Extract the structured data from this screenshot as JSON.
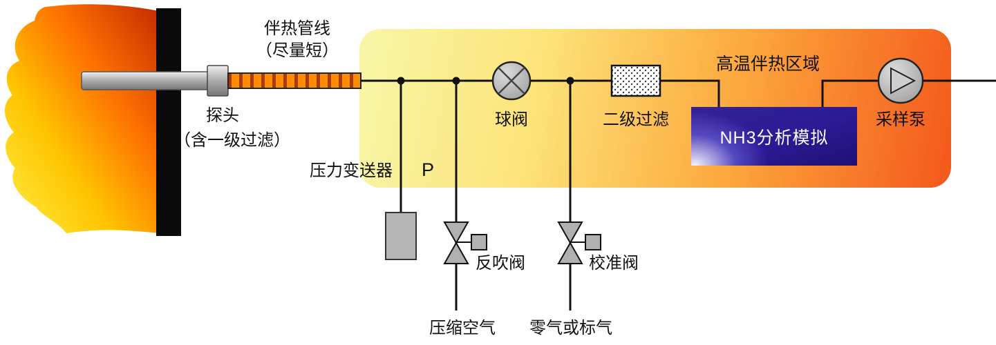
{
  "labels": {
    "heated_line": "伴热管线",
    "heated_line_note": "（尽量短）",
    "probe": "探头",
    "probe_note": "（含一级过滤）",
    "pressure_transmitter": "压力变送器",
    "pressure_symbol": "P",
    "ball_valve": "球阀",
    "secondary_filter": "二级过滤",
    "heated_zone": "高温伴热区域",
    "analyzer": "NH3分析模拟",
    "sampling_pump": "采样泵",
    "blowback_valve": "反吹阀",
    "calibration_valve": "校准阀",
    "compressed_air": "压缩空气",
    "zero_or_span_gas": "零气或标气"
  },
  "colors": {
    "zone_gradient_start": "#f7f7a8",
    "zone_gradient_mid": "#fcaa3e",
    "zone_gradient_end": "#f4581c",
    "analyzer_background": "#2a1a96",
    "analyzer_text": "#ffffff",
    "flame_yellow": "#ffef45",
    "flame_red": "#c22b00",
    "pipe_orange": "#ff8c00",
    "component_gray": "#b0b0b0",
    "line_black": "#111111"
  },
  "icons": {
    "flame": "furnace-flame",
    "wall": "furnace-wall",
    "probe": "sample-probe",
    "heated_pipe": "heat-traced-pipe",
    "ball_valve": "ball-valve-icon",
    "filter": "secondary-filter-icon",
    "pump": "sampling-pump-icon",
    "blowback_valve": "blowback-valve-icon",
    "calibration_valve": "calibration-valve-icon",
    "pressure_transmitter": "pressure-transmitter-icon"
  }
}
